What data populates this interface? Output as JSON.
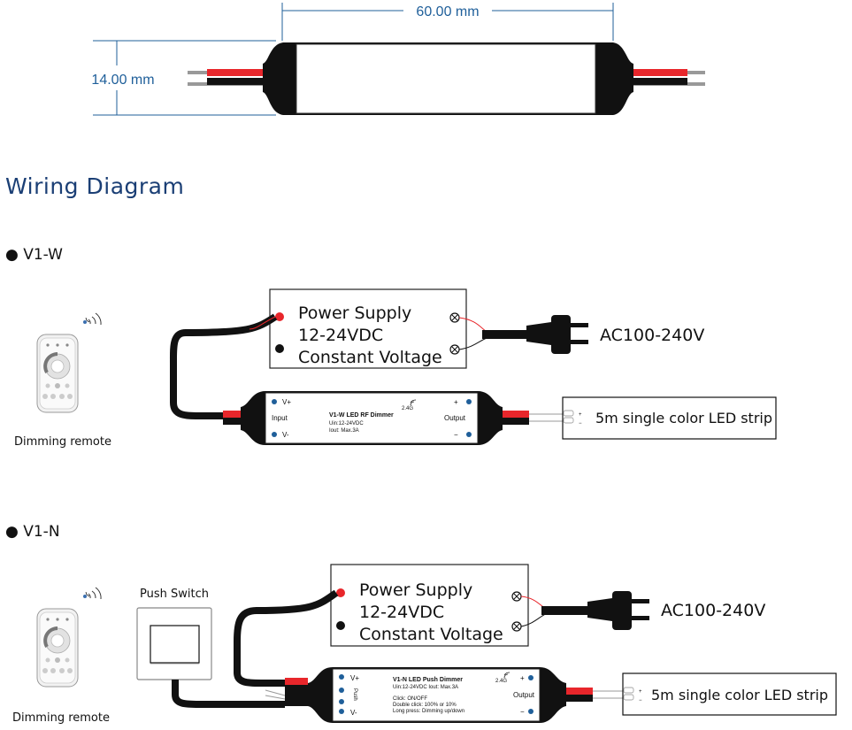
{
  "dimensions": {
    "width": "60.00 mm",
    "height": "14.00 mm"
  },
  "heading": "Wiring Diagram",
  "sections": [
    {
      "label": "● V1-W",
      "power_supply": [
        "Power Supply",
        "12-24VDC",
        "Constant Voltage"
      ],
      "ac": "AC100-240V",
      "strip": "5m single color LED strip",
      "strip_pins": [
        "+",
        "−"
      ],
      "dimmer": {
        "title": "V1-W  LED RF Dimmer",
        "specs": [
          "Uin:12-24VDC",
          "Iout: Max.3A"
        ],
        "freq": "2.4G",
        "input": "Input",
        "output": "Output",
        "vplus": "V+",
        "vminus": "V-",
        "plus": "+",
        "minus": "−"
      },
      "remote_caption": "Dimming remote"
    },
    {
      "label": "● V1-N",
      "power_supply": [
        "Power Supply",
        "12-24VDC",
        "Constant Voltage"
      ],
      "ac": "AC100-240V",
      "strip": "5m single color LED strip",
      "strip_pins": [
        "+",
        "−"
      ],
      "push_switch": "Push Switch",
      "dimmer": {
        "title": "V1-N  LED Push Dimmer",
        "specs": [
          "Uin:12-24VDC   Iout: Max.3A"
        ],
        "notes": [
          "Click: ON/OFF",
          "Double click: 100% or 10%",
          "Long press: Dimming up/down"
        ],
        "freq": "2.4G",
        "push": "Push",
        "output": "Output",
        "vplus": "V+",
        "vminus": "V-",
        "plus": "+",
        "minus": "−"
      },
      "remote_caption": "Dimming remote"
    }
  ]
}
